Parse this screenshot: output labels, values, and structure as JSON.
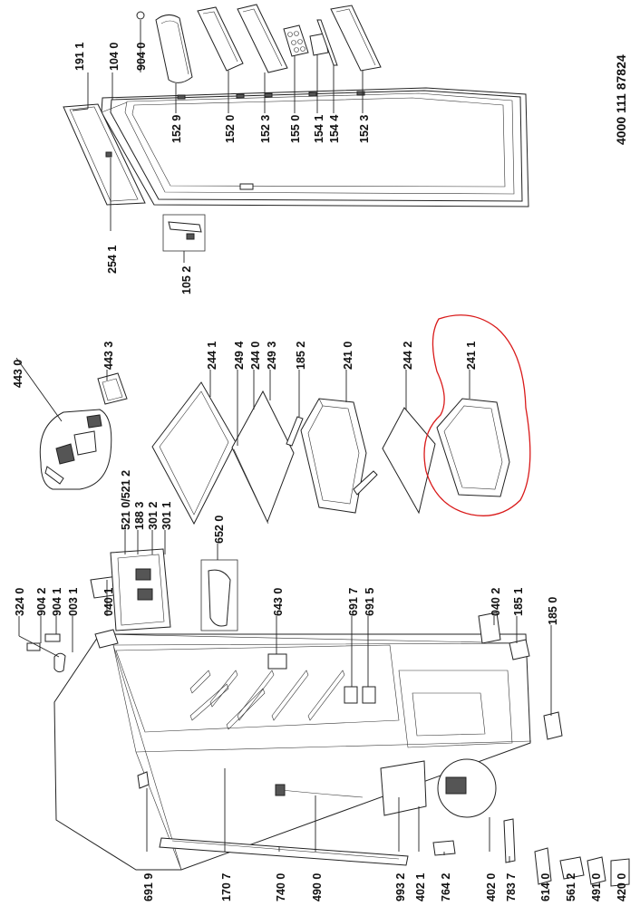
{
  "document_number": "4000 111 87824",
  "highlight_color": "#d91a1a",
  "part_labels": {
    "p1911": "191 1",
    "p1040": "104 0",
    "p9040": "904 0",
    "p1529": "152 9",
    "p1520": "152 0",
    "p1523a": "152 3",
    "p1550": "155 0",
    "p1541": "154 1",
    "p1544": "154 4",
    "p1523b": "152 3",
    "p2541": "254 1",
    "p1052": "105 2",
    "p4430": "443 0",
    "p4433": "443 3",
    "p2441": "244 1",
    "p2494": "249 4",
    "p2440": "244 0",
    "p2493": "249 3",
    "p1852": "185 2",
    "p2410": "241 0",
    "p2442": "244 2",
    "p2411": "241 1",
    "p3240": "324 0",
    "p9042": "904 2",
    "p9041": "904 1",
    "p0031": "003 1",
    "p0401a": "040 1",
    "p5210": "521 0/521 2",
    "p1883": "188 3",
    "p3012": "301 2",
    "p3011": "301 1",
    "p6520": "652 0",
    "p6430": "643 0",
    "p6917": "691 7",
    "p6915": "691 5",
    "p0402": "040 2",
    "p1851": "185 1",
    "p1850": "185 0",
    "p6919": "691 9",
    "p1707": "170 7",
    "p7400": "740 0",
    "p4900": "490 0",
    "p9932": "993 2",
    "p4021": "402 1",
    "p7642": "764 2",
    "p4020": "402 0",
    "p7837": "783 7",
    "p6140": "614 0",
    "p5612": "561 2",
    "p4910": "491 0",
    "p4200": "420 0"
  }
}
